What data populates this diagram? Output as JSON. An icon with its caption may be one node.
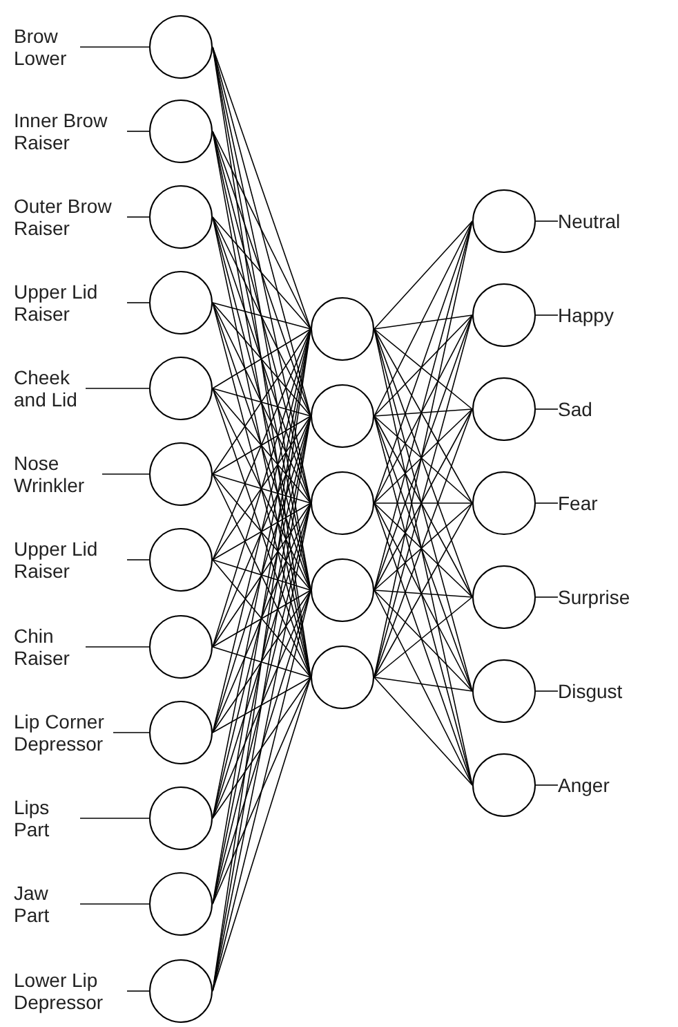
{
  "diagram": {
    "nodes": [
      {
        "text": [
          "Brow Lower"
        ]
      },
      {
        "text": [
          "Inner Brow Raiser"
        ]
      },
      {
        "text": [
          "Outer Brow Raiser"
        ]
      },
      {
        "text": [
          "Upper Lid Raiser"
        ]
      },
      {
        "text": [
          "Cheek and Lid"
        ]
      },
      {
        "text": [
          "Nose Wrinkler"
        ]
      },
      {
        "text": [
          "Upper Lid Raiser"
        ]
      },
      {
        "text": [
          "Chin Raiser"
        ]
      },
      {
        "text": [
          "Lip Corner Depressor"
        ]
      },
      {
        "text": [
          "Lips Part"
        ]
      },
      {
        "text": [
          "Jaw Part"
        ]
      },
      {
        "text": [
          "Lower Lip Depressor"
        ]
      },
      {
        "text": [],
        "shape": "circle"
      },
      {
        "text": [],
        "shape": "circle"
      },
      {
        "text": [],
        "shape": "circle"
      },
      {
        "text": [],
        "shape": "circle"
      },
      {
        "text": [],
        "shape": "circle"
      },
      {
        "text": [],
        "shape": "circle"
      },
      {
        "text": [],
        "shape": "circle"
      },
      {
        "text": [],
        "shape": "circle"
      },
      {
        "text": [],
        "shape": "circle"
      },
      {
        "text": [],
        "shape": "circle"
      },
      {
        "text": [],
        "shape": "circle"
      },
      {
        "text": [],
        "shape": "circle"
      },
      {
        "text": [],
        "shape": "circle"
      },
      {
        "text": [],
        "shape": "circle"
      },
      {
        "text": [],
        "shape": "circle"
      },
      {
        "text": [],
        "shape": "circle"
      },
      {
        "text": [],
        "shape": "circle"
      },
      {
        "text": [],
        "shape": "circle"
      },
      {
        "text": [],
        "shape": "circle"
      },
      {
        "text": [],
        "shape": "circle"
      },
      {
        "text": [],
        "shape": "circle"
      },
      {
        "text": [],
        "shape": "circle"
      },
      {
        "text": [],
        "shape": "circle"
      },
      {
        "text": [],
        "shape": "circle"
      },
      {
        "text": [
          "Neutral"
        ]
      },
      {
        "text": [
          "Happy"
        ]
      },
      {
        "text": [
          "Sad"
        ]
      },
      {
        "text": [
          "Fear"
        ]
      },
      {
        "text": [
          "Surprise"
        ]
      },
      {
        "text": [
          "Disgust"
        ]
      },
      {
        "text": [
          "Anger"
        ]
      }
    ],
    "edges": [
      {
        "from": 0,
        "to": 12,
        "arrow": "none"
      },
      {
        "from": 1,
        "to": 13,
        "arrow": "none"
      },
      {
        "from": 2,
        "to": 14,
        "arrow": "none"
      },
      {
        "from": 3,
        "to": 15,
        "arrow": "none"
      },
      {
        "from": 4,
        "to": 16,
        "arrow": "none"
      },
      {
        "from": 5,
        "to": 17,
        "arrow": "none"
      },
      {
        "from": 6,
        "to": 18,
        "arrow": "none"
      },
      {
        "from": 7,
        "to": 19,
        "arrow": "none"
      },
      {
        "from": 8,
        "to": 20,
        "arrow": "none"
      },
      {
        "from": 9,
        "to": 21,
        "arrow": "none"
      },
      {
        "from": 10,
        "to": 22,
        "arrow": "none"
      },
      {
        "from": 11,
        "to": 23,
        "arrow": "none"
      },
      {
        "from": 12,
        "to": 24,
        "arrow": "none"
      },
      {
        "from": 12,
        "to": 25,
        "arrow": "none"
      },
      {
        "from": 12,
        "to": 26,
        "arrow": "none"
      },
      {
        "from": 12,
        "to": 27,
        "arrow": "none"
      },
      {
        "from": 12,
        "to": 28,
        "arrow": "none"
      },
      {
        "from": 13,
        "to": 24,
        "arrow": "none"
      },
      {
        "from": 13,
        "to": 25,
        "arrow": "none"
      },
      {
        "from": 13,
        "to": 26,
        "arrow": "none"
      },
      {
        "from": 13,
        "to": 27,
        "arrow": "none"
      },
      {
        "from": 13,
        "to": 28,
        "arrow": "none"
      },
      {
        "from": 14,
        "to": 24,
        "arrow": "none"
      },
      {
        "from": 14,
        "to": 25,
        "arrow": "none"
      },
      {
        "from": 14,
        "to": 26,
        "arrow": "none"
      },
      {
        "from": 14,
        "to": 27,
        "arrow": "none"
      },
      {
        "from": 14,
        "to": 28,
        "arrow": "none"
      },
      {
        "from": 15,
        "to": 24,
        "arrow": "none"
      },
      {
        "from": 15,
        "to": 25,
        "arrow": "none"
      },
      {
        "from": 15,
        "to": 26,
        "arrow": "none"
      },
      {
        "from": 15,
        "to": 27,
        "arrow": "none"
      },
      {
        "from": 15,
        "to": 28,
        "arrow": "none"
      },
      {
        "from": 16,
        "to": 24,
        "arrow": "none"
      },
      {
        "from": 16,
        "to": 25,
        "arrow": "none"
      },
      {
        "from": 16,
        "to": 26,
        "arrow": "none"
      },
      {
        "from": 16,
        "to": 27,
        "arrow": "none"
      },
      {
        "from": 16,
        "to": 28,
        "arrow": "none"
      },
      {
        "from": 17,
        "to": 24,
        "arrow": "none"
      },
      {
        "from": 17,
        "to": 25,
        "arrow": "none"
      },
      {
        "from": 17,
        "to": 26,
        "arrow": "none"
      },
      {
        "from": 17,
        "to": 27,
        "arrow": "none"
      },
      {
        "from": 17,
        "to": 28,
        "arrow": "none"
      },
      {
        "from": 18,
        "to": 24,
        "arrow": "none"
      },
      {
        "from": 18,
        "to": 25,
        "arrow": "none"
      },
      {
        "from": 18,
        "to": 26,
        "arrow": "none"
      },
      {
        "from": 18,
        "to": 27,
        "arrow": "none"
      },
      {
        "from": 18,
        "to": 28,
        "arrow": "none"
      },
      {
        "from": 19,
        "to": 24,
        "arrow": "none"
      },
      {
        "from": 19,
        "to": 25,
        "arrow": "none"
      },
      {
        "from": 19,
        "to": 26,
        "arrow": "none"
      },
      {
        "from": 19,
        "to": 27,
        "arrow": "none"
      },
      {
        "from": 19,
        "to": 28,
        "arrow": "none"
      },
      {
        "from": 20,
        "to": 24,
        "arrow": "none"
      },
      {
        "from": 20,
        "to": 25,
        "arrow": "none"
      },
      {
        "from": 20,
        "to": 26,
        "arrow": "none"
      },
      {
        "from": 20,
        "to": 27,
        "arrow": "none"
      },
      {
        "from": 20,
        "to": 28,
        "arrow": "none"
      },
      {
        "from": 21,
        "to": 24,
        "arrow": "none"
      },
      {
        "from": 21,
        "to": 25,
        "arrow": "none"
      },
      {
        "from": 21,
        "to": 26,
        "arrow": "none"
      },
      {
        "from": 21,
        "to": 27,
        "arrow": "none"
      },
      {
        "from": 21,
        "to": 28,
        "arrow": "none"
      },
      {
        "from": 22,
        "to": 24,
        "arrow": "none"
      },
      {
        "from": 22,
        "to": 25,
        "arrow": "none"
      },
      {
        "from": 22,
        "to": 26,
        "arrow": "none"
      },
      {
        "from": 22,
        "to": 27,
        "arrow": "none"
      },
      {
        "from": 22,
        "to": 28,
        "arrow": "none"
      },
      {
        "from": 23,
        "to": 24,
        "arrow": "none"
      },
      {
        "from": 23,
        "to": 25,
        "arrow": "none"
      },
      {
        "from": 23,
        "to": 26,
        "arrow": "none"
      },
      {
        "from": 23,
        "to": 27,
        "arrow": "none"
      },
      {
        "from": 23,
        "to": 28,
        "arrow": "none"
      },
      {
        "from": 24,
        "to": 29,
        "arrow": "none"
      },
      {
        "from": 24,
        "to": 30,
        "arrow": "none"
      },
      {
        "from": 24,
        "to": 31,
        "arrow": "none"
      },
      {
        "from": 24,
        "to": 32,
        "arrow": "none"
      },
      {
        "from": 24,
        "to": 33,
        "arrow": "none"
      },
      {
        "from": 24,
        "to": 34,
        "arrow": "none"
      },
      {
        "from": 24,
        "to": 35,
        "arrow": "none"
      },
      {
        "from": 25,
        "to": 29,
        "arrow": "none"
      },
      {
        "from": 25,
        "to": 30,
        "arrow": "none"
      },
      {
        "from": 25,
        "to": 31,
        "arrow": "none"
      },
      {
        "from": 25,
        "to": 32,
        "arrow": "none"
      },
      {
        "from": 25,
        "to": 33,
        "arrow": "none"
      },
      {
        "from": 25,
        "to": 34,
        "arrow": "none"
      },
      {
        "from": 25,
        "to": 35,
        "arrow": "none"
      },
      {
        "from": 26,
        "to": 29,
        "arrow": "none"
      },
      {
        "from": 26,
        "to": 30,
        "arrow": "none"
      },
      {
        "from": 26,
        "to": 31,
        "arrow": "none"
      },
      {
        "from": 26,
        "to": 32,
        "arrow": "none"
      },
      {
        "from": 26,
        "to": 33,
        "arrow": "none"
      },
      {
        "from": 26,
        "to": 34,
        "arrow": "none"
      },
      {
        "from": 26,
        "to": 35,
        "arrow": "none"
      },
      {
        "from": 27,
        "to": 29,
        "arrow": "none"
      },
      {
        "from": 27,
        "to": 30,
        "arrow": "none"
      },
      {
        "from": 27,
        "to": 31,
        "arrow": "none"
      },
      {
        "from": 27,
        "to": 32,
        "arrow": "none"
      },
      {
        "from": 27,
        "to": 33,
        "arrow": "none"
      },
      {
        "from": 27,
        "to": 34,
        "arrow": "none"
      },
      {
        "from": 27,
        "to": 35,
        "arrow": "none"
      },
      {
        "from": 28,
        "to": 29,
        "arrow": "none"
      },
      {
        "from": 28,
        "to": 30,
        "arrow": "none"
      },
      {
        "from": 28,
        "to": 31,
        "arrow": "none"
      },
      {
        "from": 28,
        "to": 32,
        "arrow": "none"
      },
      {
        "from": 28,
        "to": 33,
        "arrow": "none"
      },
      {
        "from": 28,
        "to": 34,
        "arrow": "none"
      },
      {
        "from": 28,
        "to": 35,
        "arrow": "none"
      },
      {
        "from": 29,
        "to": 36,
        "arrow": "none"
      },
      {
        "from": 30,
        "to": 37,
        "arrow": "none"
      },
      {
        "from": 31,
        "to": 38,
        "arrow": "none"
      },
      {
        "from": 32,
        "to": 39,
        "arrow": "none"
      },
      {
        "from": 33,
        "to": 40,
        "arrow": "none"
      },
      {
        "from": 34,
        "to": 41,
        "arrow": "none"
      },
      {
        "from": 35,
        "to": 42,
        "arrow": "none"
      }
    ]
  }
}
